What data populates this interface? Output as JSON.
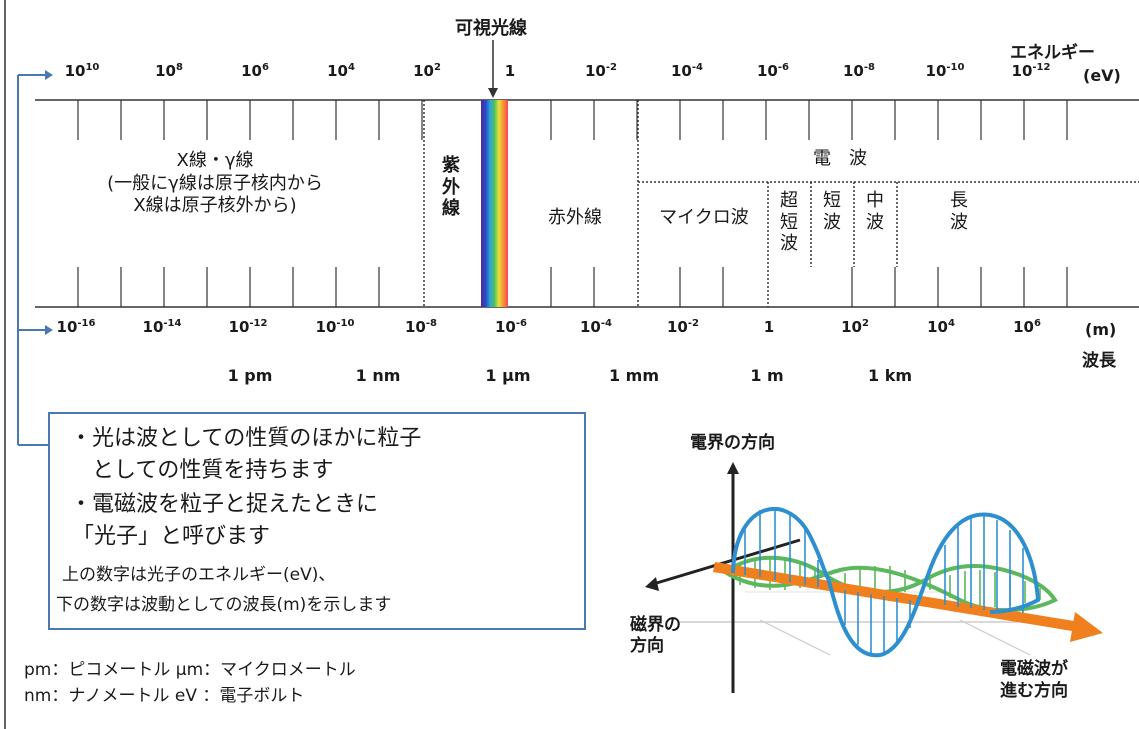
{
  "title": "可視光線",
  "energy_axis": {
    "label": "エネルギー",
    "unit": "(eV)",
    "ticks": [
      {
        "base": "10",
        "exp": "10"
      },
      {
        "base": "10",
        "exp": "8"
      },
      {
        "base": "10",
        "exp": "6"
      },
      {
        "base": "10",
        "exp": "4"
      },
      {
        "base": "10",
        "exp": "2"
      },
      {
        "base": "1",
        "exp": ""
      },
      {
        "base": "10",
        "exp": "-2"
      },
      {
        "base": "10",
        "exp": "-4"
      },
      {
        "base": "10",
        "exp": "-6"
      },
      {
        "base": "10",
        "exp": "-8"
      },
      {
        "base": "10",
        "exp": "-10"
      },
      {
        "base": "10",
        "exp": "-12"
      }
    ]
  },
  "wavelength_axis": {
    "unit": "(m)",
    "label": "波長",
    "ticks": [
      {
        "base": "10",
        "exp": "-16"
      },
      {
        "base": "10",
        "exp": "-14"
      },
      {
        "base": "10",
        "exp": "-12"
      },
      {
        "base": "10",
        "exp": "-10"
      },
      {
        "base": "10",
        "exp": "-8"
      },
      {
        "base": "10",
        "exp": "-6"
      },
      {
        "base": "10",
        "exp": "-4"
      },
      {
        "base": "10",
        "exp": "-2"
      },
      {
        "base": "1",
        "exp": ""
      },
      {
        "base": "10",
        "exp": "2"
      },
      {
        "base": "10",
        "exp": "4"
      },
      {
        "base": "10",
        "exp": "6"
      }
    ],
    "units": [
      "1 pm",
      "1 nm",
      "1 μm",
      "1 mm",
      "1 m",
      "1 km"
    ]
  },
  "bands": {
    "xray": [
      "X線・γ線",
      "(一般にγ線は原子核内から",
      "X線は原子核外から)"
    ],
    "uv": "紫外線",
    "ir": "赤外線",
    "radio": "電　波",
    "microwave": "マイクロ波",
    "vhf": "超短波",
    "short": "短波",
    "medium": "中波",
    "long": "長波"
  },
  "notes": {
    "line1": "・光は波としての性質のほかに粒子",
    "line2": "としての性質を持ちます",
    "line3": "・電磁波を粒子と捉えたときに",
    "line4": "「光子」と呼びます",
    "line5": "上の数字は光子のエネルギー(eV)、",
    "line6": "下の数字は波動としての波長(m)を示します"
  },
  "legend": {
    "line1": "pm：ピコメートル μm：マイクロメートル",
    "line2": "nm：ナノメートル eV ：電子ボルト"
  },
  "wave_figure": {
    "electric_label": "電界の方向",
    "magnetic_label": [
      "磁界の",
      "方向"
    ],
    "propagation_label": [
      "電磁波が",
      "進む方向"
    ],
    "colors": {
      "electric": "#2e8fd0",
      "magnetic": "#5cb85c",
      "propagation": "#f0801e",
      "spectrum_start": "#4b2a9c",
      "spectrum_end": "#ff4060"
    }
  }
}
